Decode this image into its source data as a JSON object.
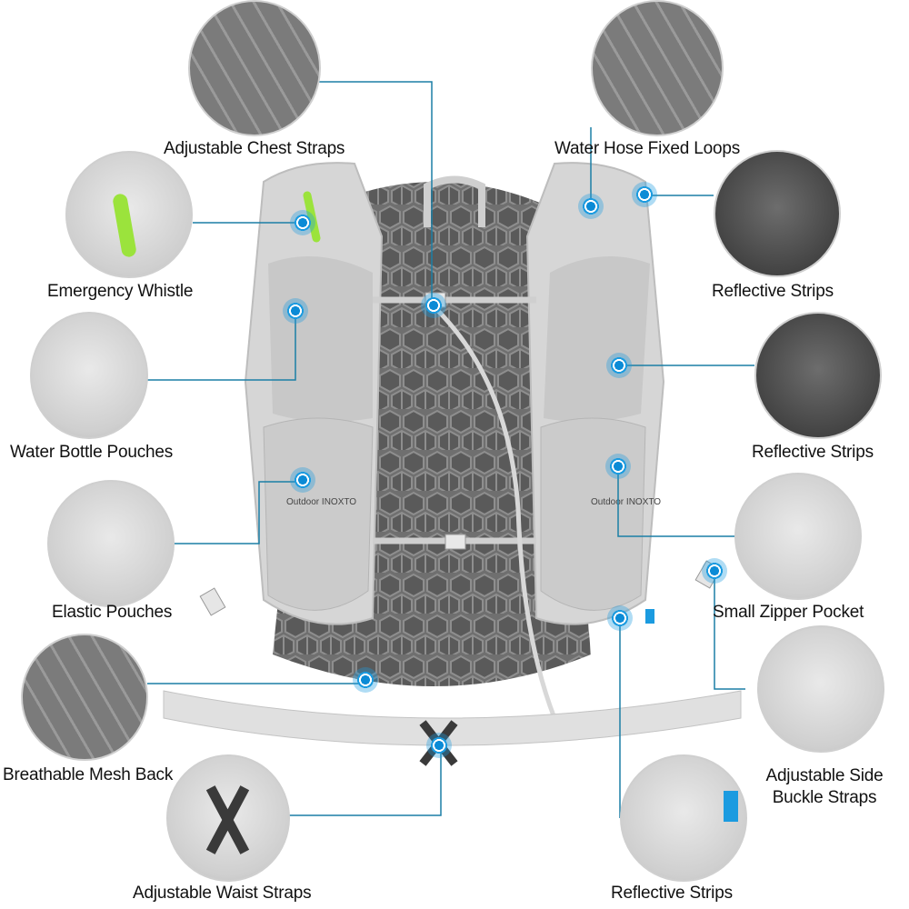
{
  "product": {
    "type": "hydration-running-vest",
    "brand_print": "Outdoor INOXTO"
  },
  "accent_color": "#1b9be0",
  "callouts": [
    {
      "id": "chest",
      "label": "Adjustable Chest Straps"
    },
    {
      "id": "whistle",
      "label": "Emergency Whistle"
    },
    {
      "id": "bottle",
      "label": "Water Bottle Pouches"
    },
    {
      "id": "elastic",
      "label": "Elastic Pouches"
    },
    {
      "id": "mesh",
      "label": "Breathable Mesh Back"
    },
    {
      "id": "waist",
      "label": "Adjustable Waist Straps"
    },
    {
      "id": "hose",
      "label": "Water Hose Fixed Loops"
    },
    {
      "id": "reflective1",
      "label": "Reflective Strips"
    },
    {
      "id": "reflective2",
      "label": "Reflective Strips"
    },
    {
      "id": "zipper",
      "label": "Small Zipper Pocket"
    },
    {
      "id": "side_line1",
      "label": "Adjustable Side"
    },
    {
      "id": "side_line2",
      "label": "Buckle Straps"
    },
    {
      "id": "reflective3",
      "label": "Reflective Strips"
    }
  ]
}
